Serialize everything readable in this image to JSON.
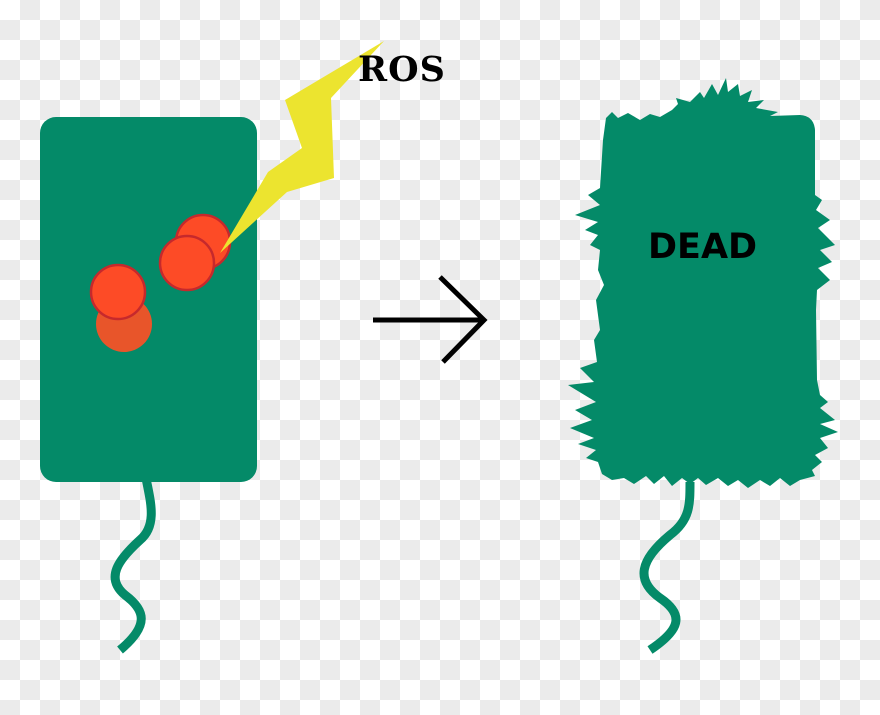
{
  "diagram": {
    "labels": {
      "ros": "ROS",
      "dead": "DEAD"
    },
    "colors": {
      "cell_green": "#048a68",
      "bolt_yellow": "#ece42f",
      "particle_fill": "#fd4b26",
      "particle_stroke": "#c6292c",
      "particle_back": "#e8552a",
      "arrow": "#000000",
      "checker_dark": "#ebebeb",
      "checker_light": "#ffffff"
    },
    "elements": [
      {
        "id": "live-cell",
        "shape": "rounded-rectangle",
        "desc": "healthy bacterium with flagellum"
      },
      {
        "id": "ros-particles",
        "count": 4,
        "desc": "red ROS particles inside cell"
      },
      {
        "id": "lightning-bolt",
        "desc": "yellow lightning bolt labeled ROS striking particles"
      },
      {
        "id": "transition-arrow",
        "desc": "right-pointing arrow"
      },
      {
        "id": "dead-cell",
        "shape": "spiky-rectangle",
        "desc": "damaged bacterium with flagellum, labeled DEAD"
      }
    ]
  }
}
